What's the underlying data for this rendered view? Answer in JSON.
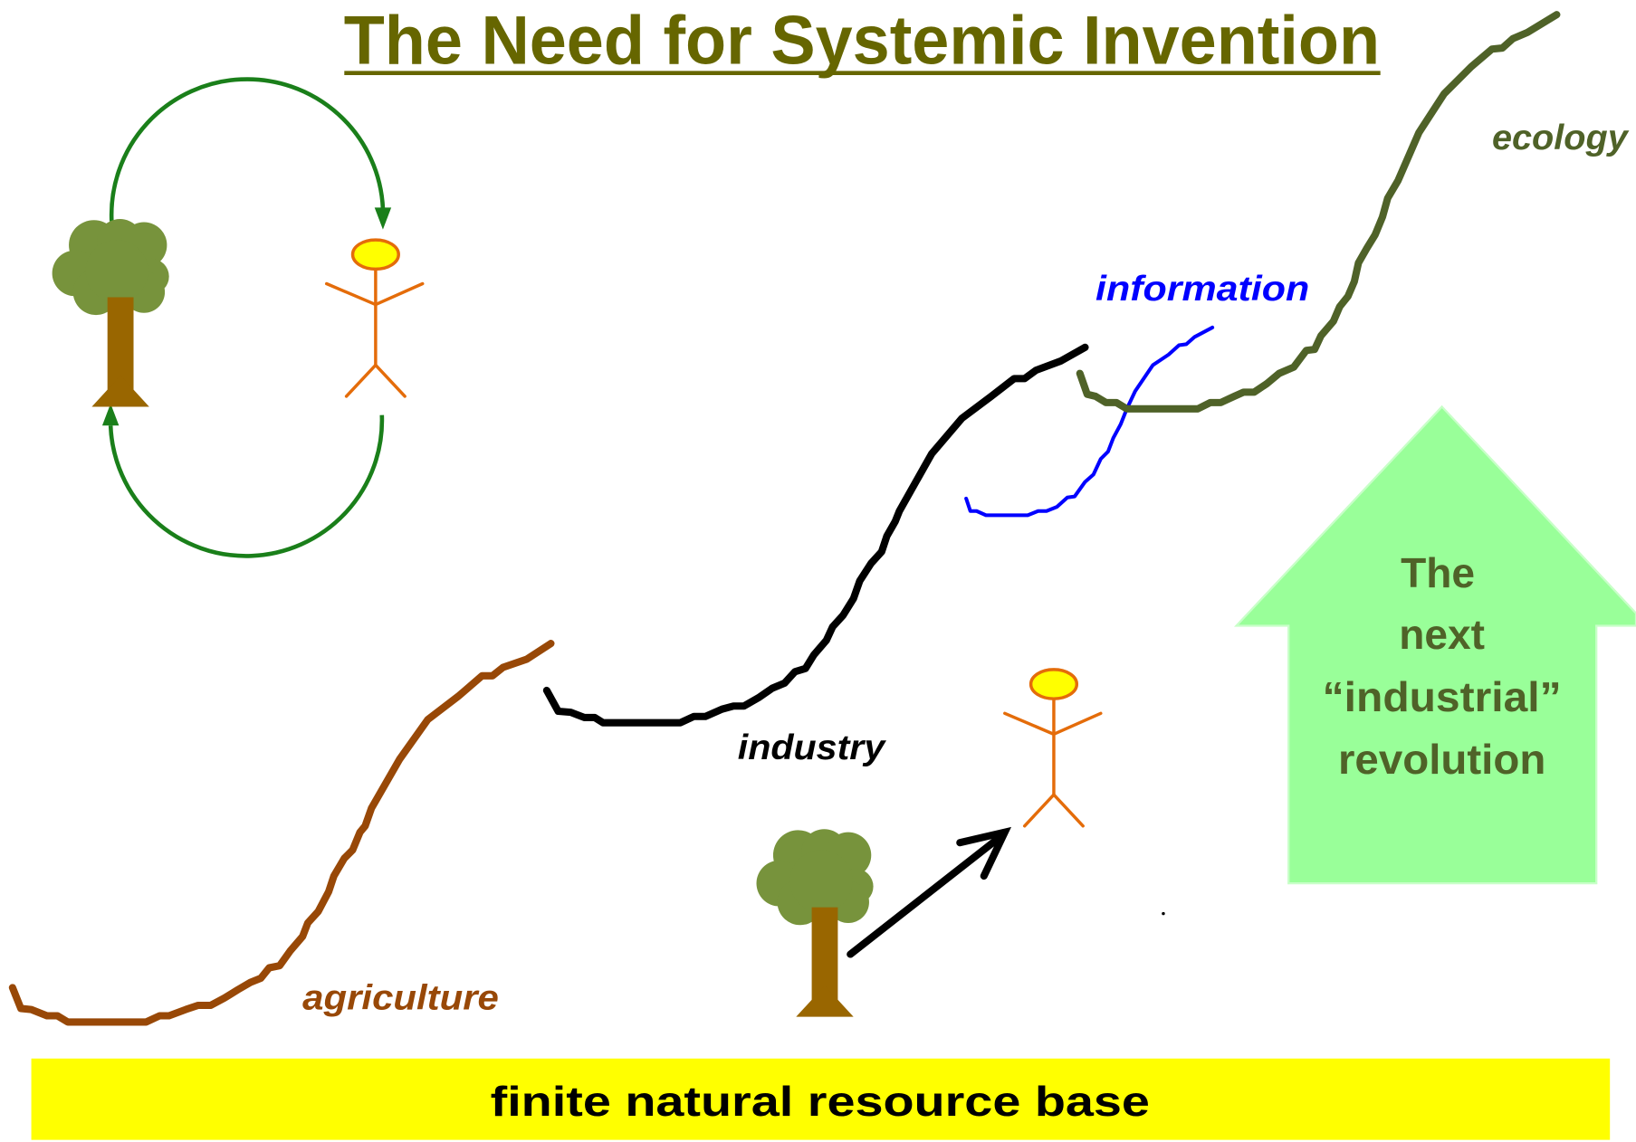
{
  "slide": {
    "title": "The Need for Systemic Invention",
    "title_color": "#666600"
  },
  "curves": [
    {
      "label": "agriculture",
      "color": "#984807"
    },
    {
      "label": "industry",
      "color": "#000000"
    },
    {
      "label": "information",
      "color": "#0000FF"
    },
    {
      "label": "ecology",
      "color": "#4F6228"
    }
  ],
  "callout": {
    "lines": [
      "The",
      "next",
      "“industrial”",
      "revolution"
    ],
    "fill_color": "#99FF99",
    "text_color": "#4F6228"
  },
  "base_bar": {
    "label": "finite natural resource base",
    "fill_color": "#FFFF00"
  },
  "icons": {
    "tree": "tree-icon",
    "person": "person-icon",
    "cycle_arrow": "cycle-arrow-icon",
    "extraction_arrow": "arrow-icon"
  },
  "colors": {
    "cycle_arrows": "#1A7F1A",
    "tree_canopy": "#77933C",
    "tree_trunk": "#996600",
    "person": "#E46C0A",
    "person_head": "#FFFF00"
  }
}
